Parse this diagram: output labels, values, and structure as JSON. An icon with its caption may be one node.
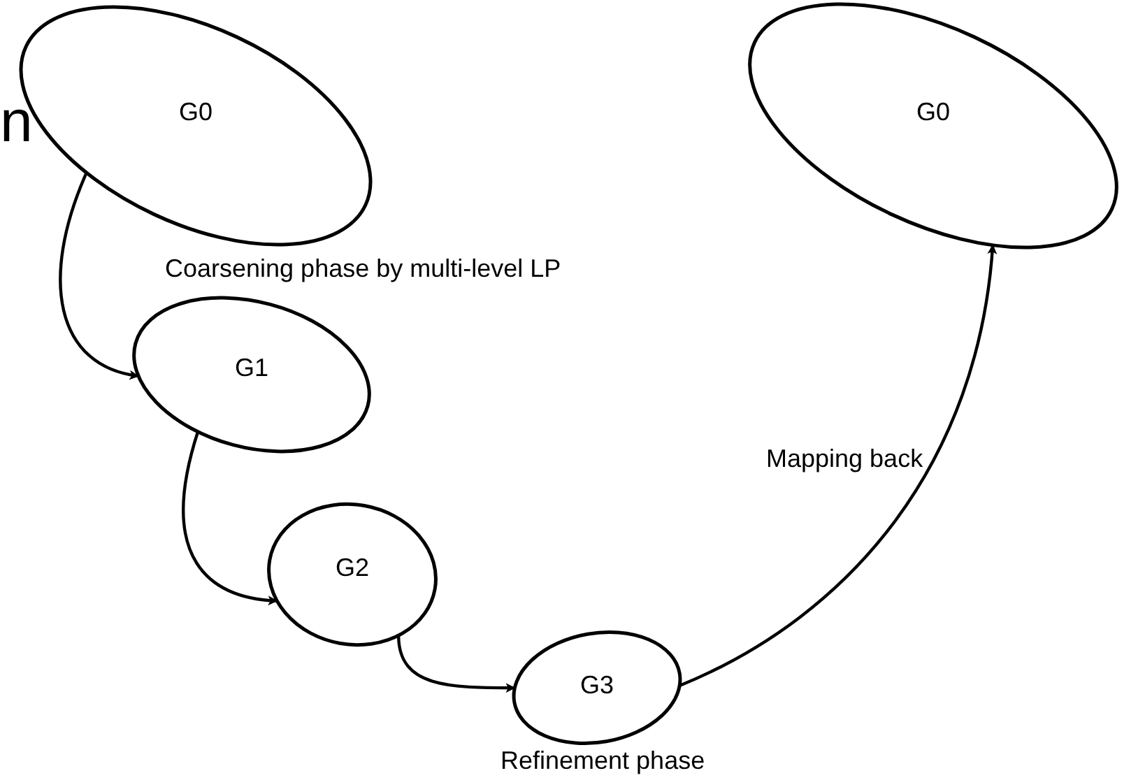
{
  "diagram": {
    "nodes": [
      {
        "text": [
          "G0"
        ]
      },
      {
        "text": [
          "G1"
        ]
      },
      {
        "text": [
          "G2"
        ]
      },
      {
        "text": [
          "G3"
        ],
        "beside": [
          "Refinement phase"
        ]
      },
      {
        "text": [
          "G0"
        ]
      }
    ],
    "edges": [
      {
        "from": 0,
        "to": 1,
        "arrow": "to"
      },
      {
        "from": 1,
        "to": 2,
        "arrow": "to"
      },
      {
        "from": 2,
        "to": 3,
        "arrow": "to"
      },
      {
        "from": 3,
        "to": 4,
        "arrow": "to"
      }
    ],
    "labels": [
      "n",
      "Coarsening phase by multi-level LP",
      "Mapping back"
    ]
  }
}
